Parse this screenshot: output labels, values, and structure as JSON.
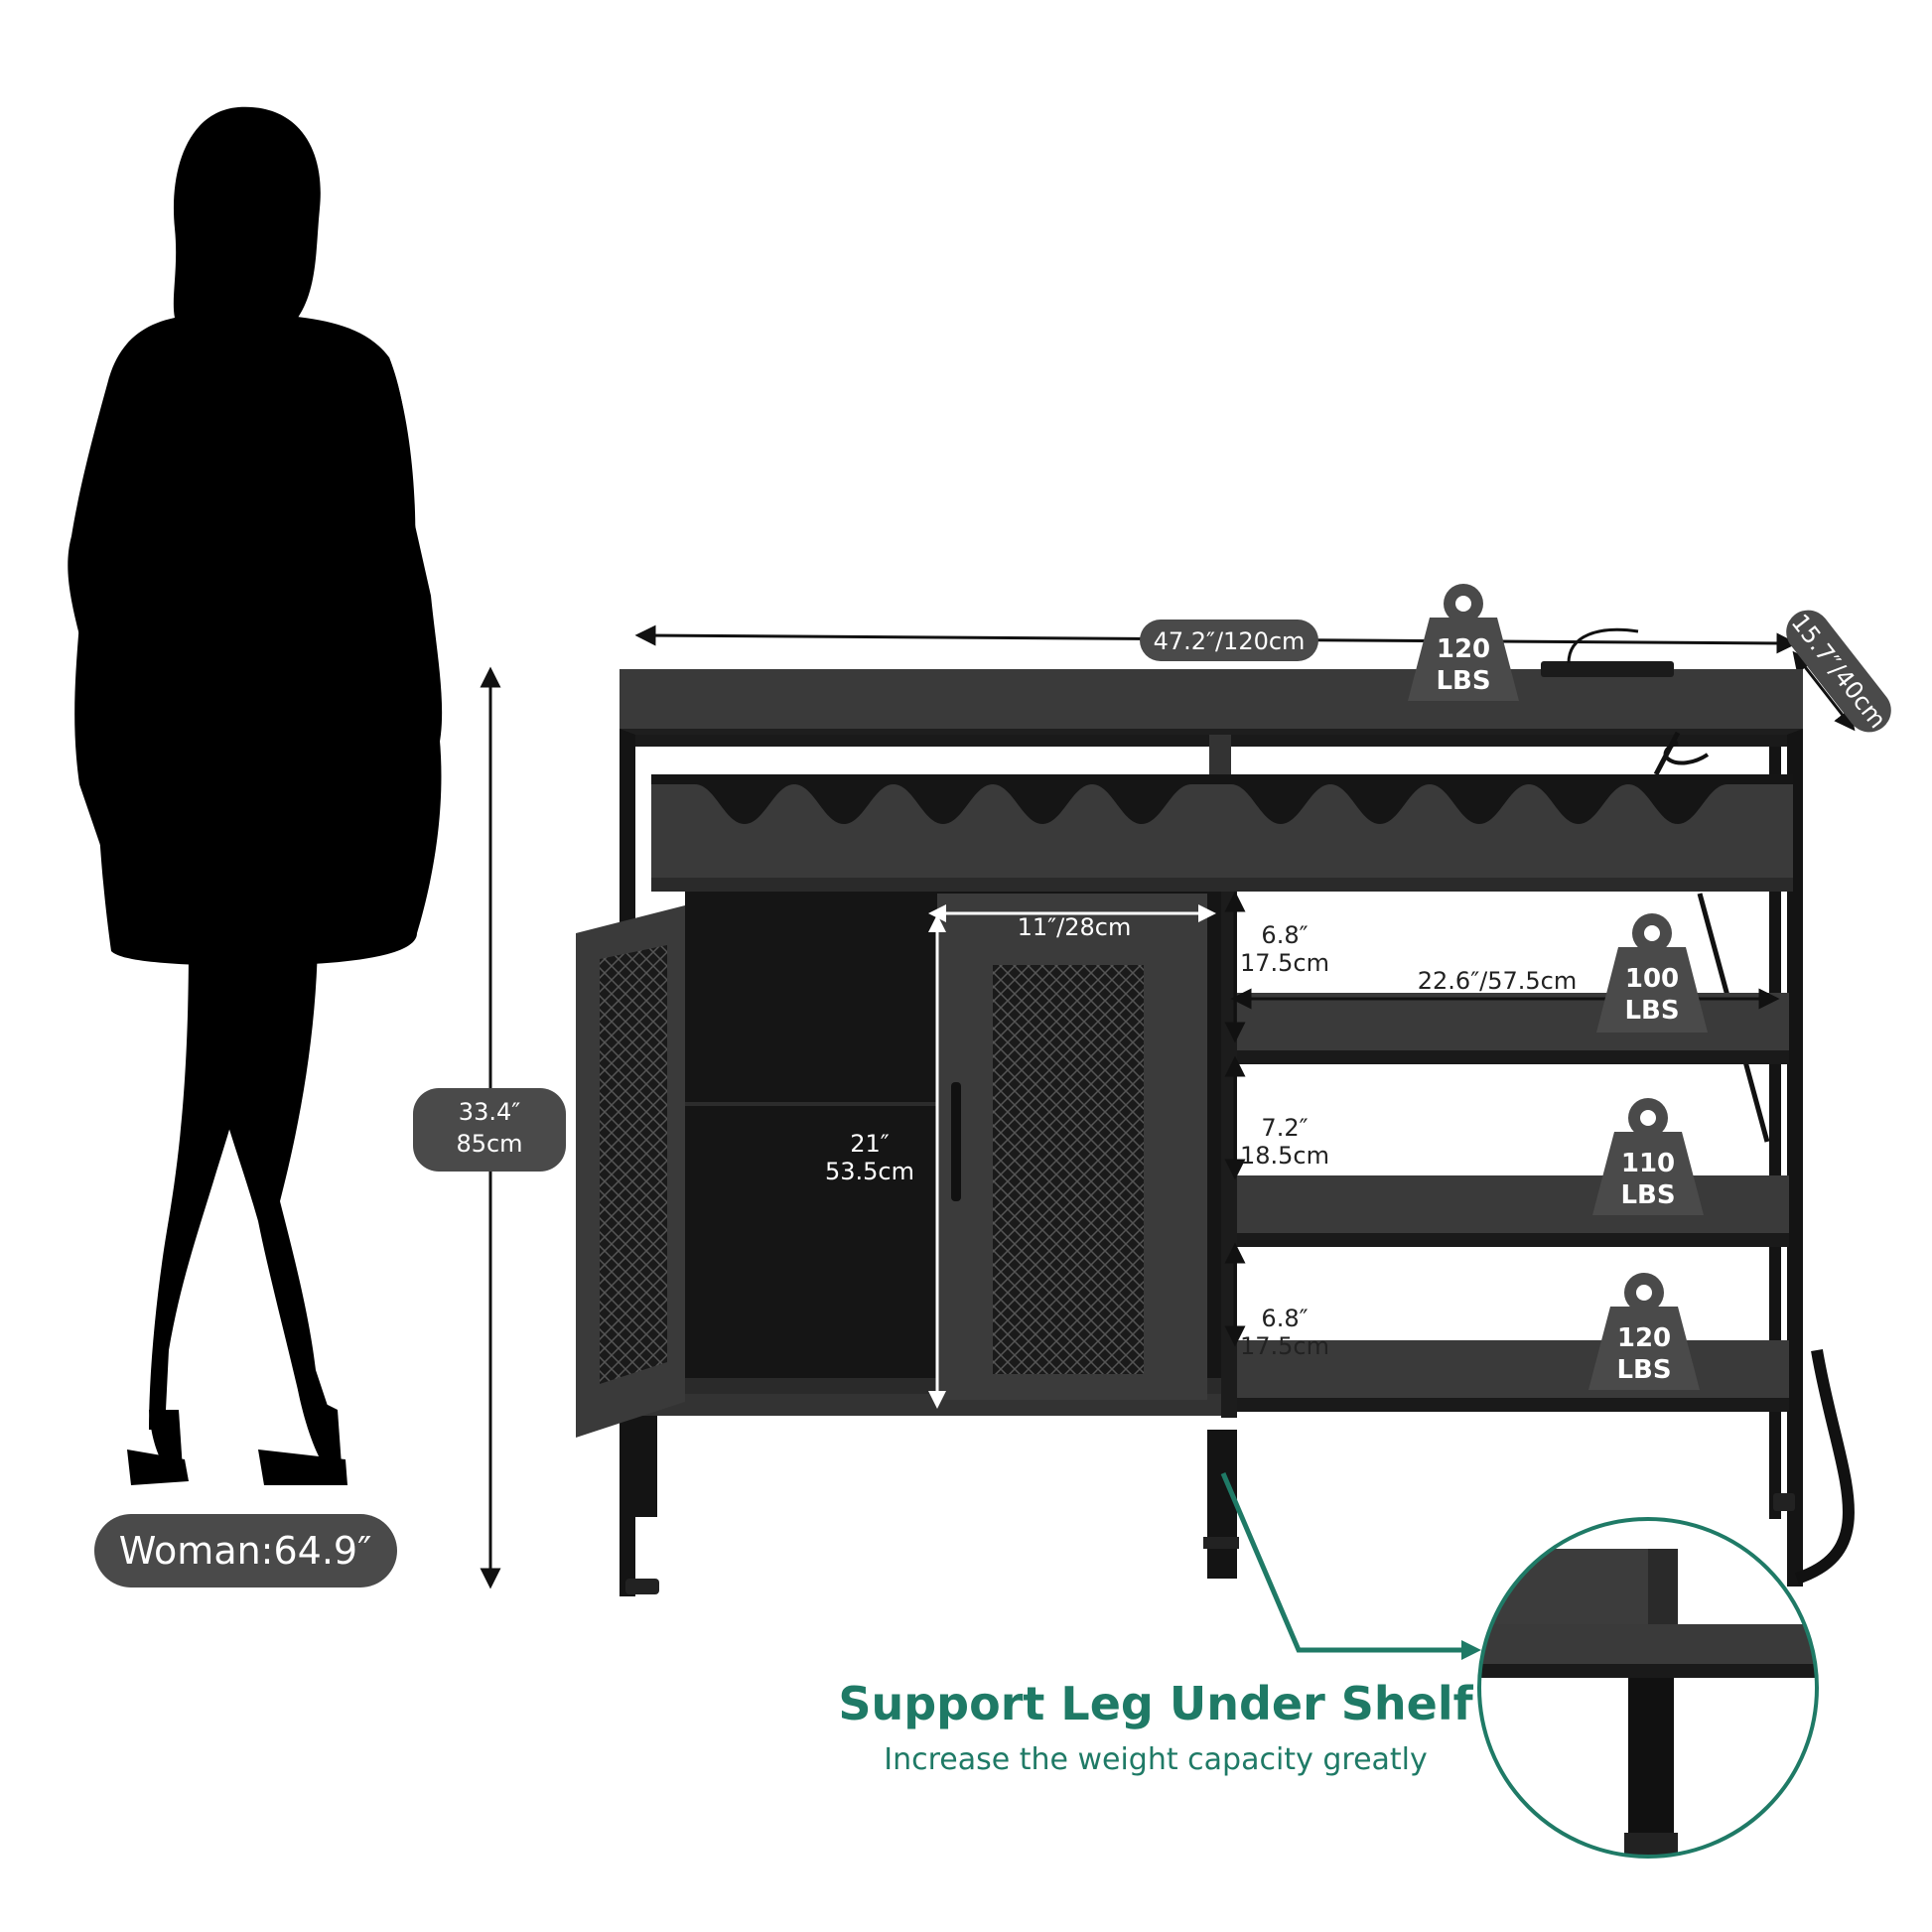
{
  "dimensions": {
    "width": "47.2″/120cm",
    "depth": "15.7″/40cm",
    "height_in": "33.4″",
    "height_cm": "85cm",
    "door_width": "11″/28cm",
    "cabinet_height_in": "21″",
    "cabinet_height_cm": "53.5cm",
    "shelf_width": "22.6″/57.5cm",
    "gap1_in": "6.8″",
    "gap1_cm": "17.5cm",
    "gap2_in": "7.2″",
    "gap2_cm": "18.5cm",
    "gap3_in": "6.8″",
    "gap3_cm": "17.5cm"
  },
  "weights": {
    "top": {
      "value": "120",
      "unit": "LBS"
    },
    "shelf1": {
      "value": "100",
      "unit": "LBS"
    },
    "shelf2": {
      "value": "110",
      "unit": "LBS"
    },
    "shelf3": {
      "value": "120",
      "unit": "LBS"
    }
  },
  "woman": {
    "label": "Woman:64.9″"
  },
  "callout": {
    "title": "Support Leg Under Shelf",
    "subtitle": "Increase the weight capacity greatly"
  },
  "colors": {
    "accent": "#1f7a66",
    "pill": "#4a4a4a",
    "wood": "#3a3a3a",
    "frame": "#141414"
  }
}
